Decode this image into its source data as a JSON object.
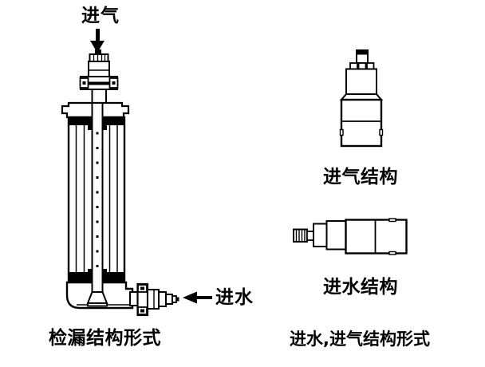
{
  "figure": {
    "left": {
      "air_inlet_label": "进气",
      "water_inlet_label": "进水",
      "caption": "检漏结构形式"
    },
    "right": {
      "air_structure_label": "进气结构",
      "water_structure_label": "进水结构",
      "caption": "进水,进气结构形式"
    },
    "icons": {
      "air_flow": "down-arrow-icon",
      "water_flow": "left-arrow-icon"
    },
    "colors": {
      "line": "#000000",
      "background": "#ffffff"
    }
  }
}
